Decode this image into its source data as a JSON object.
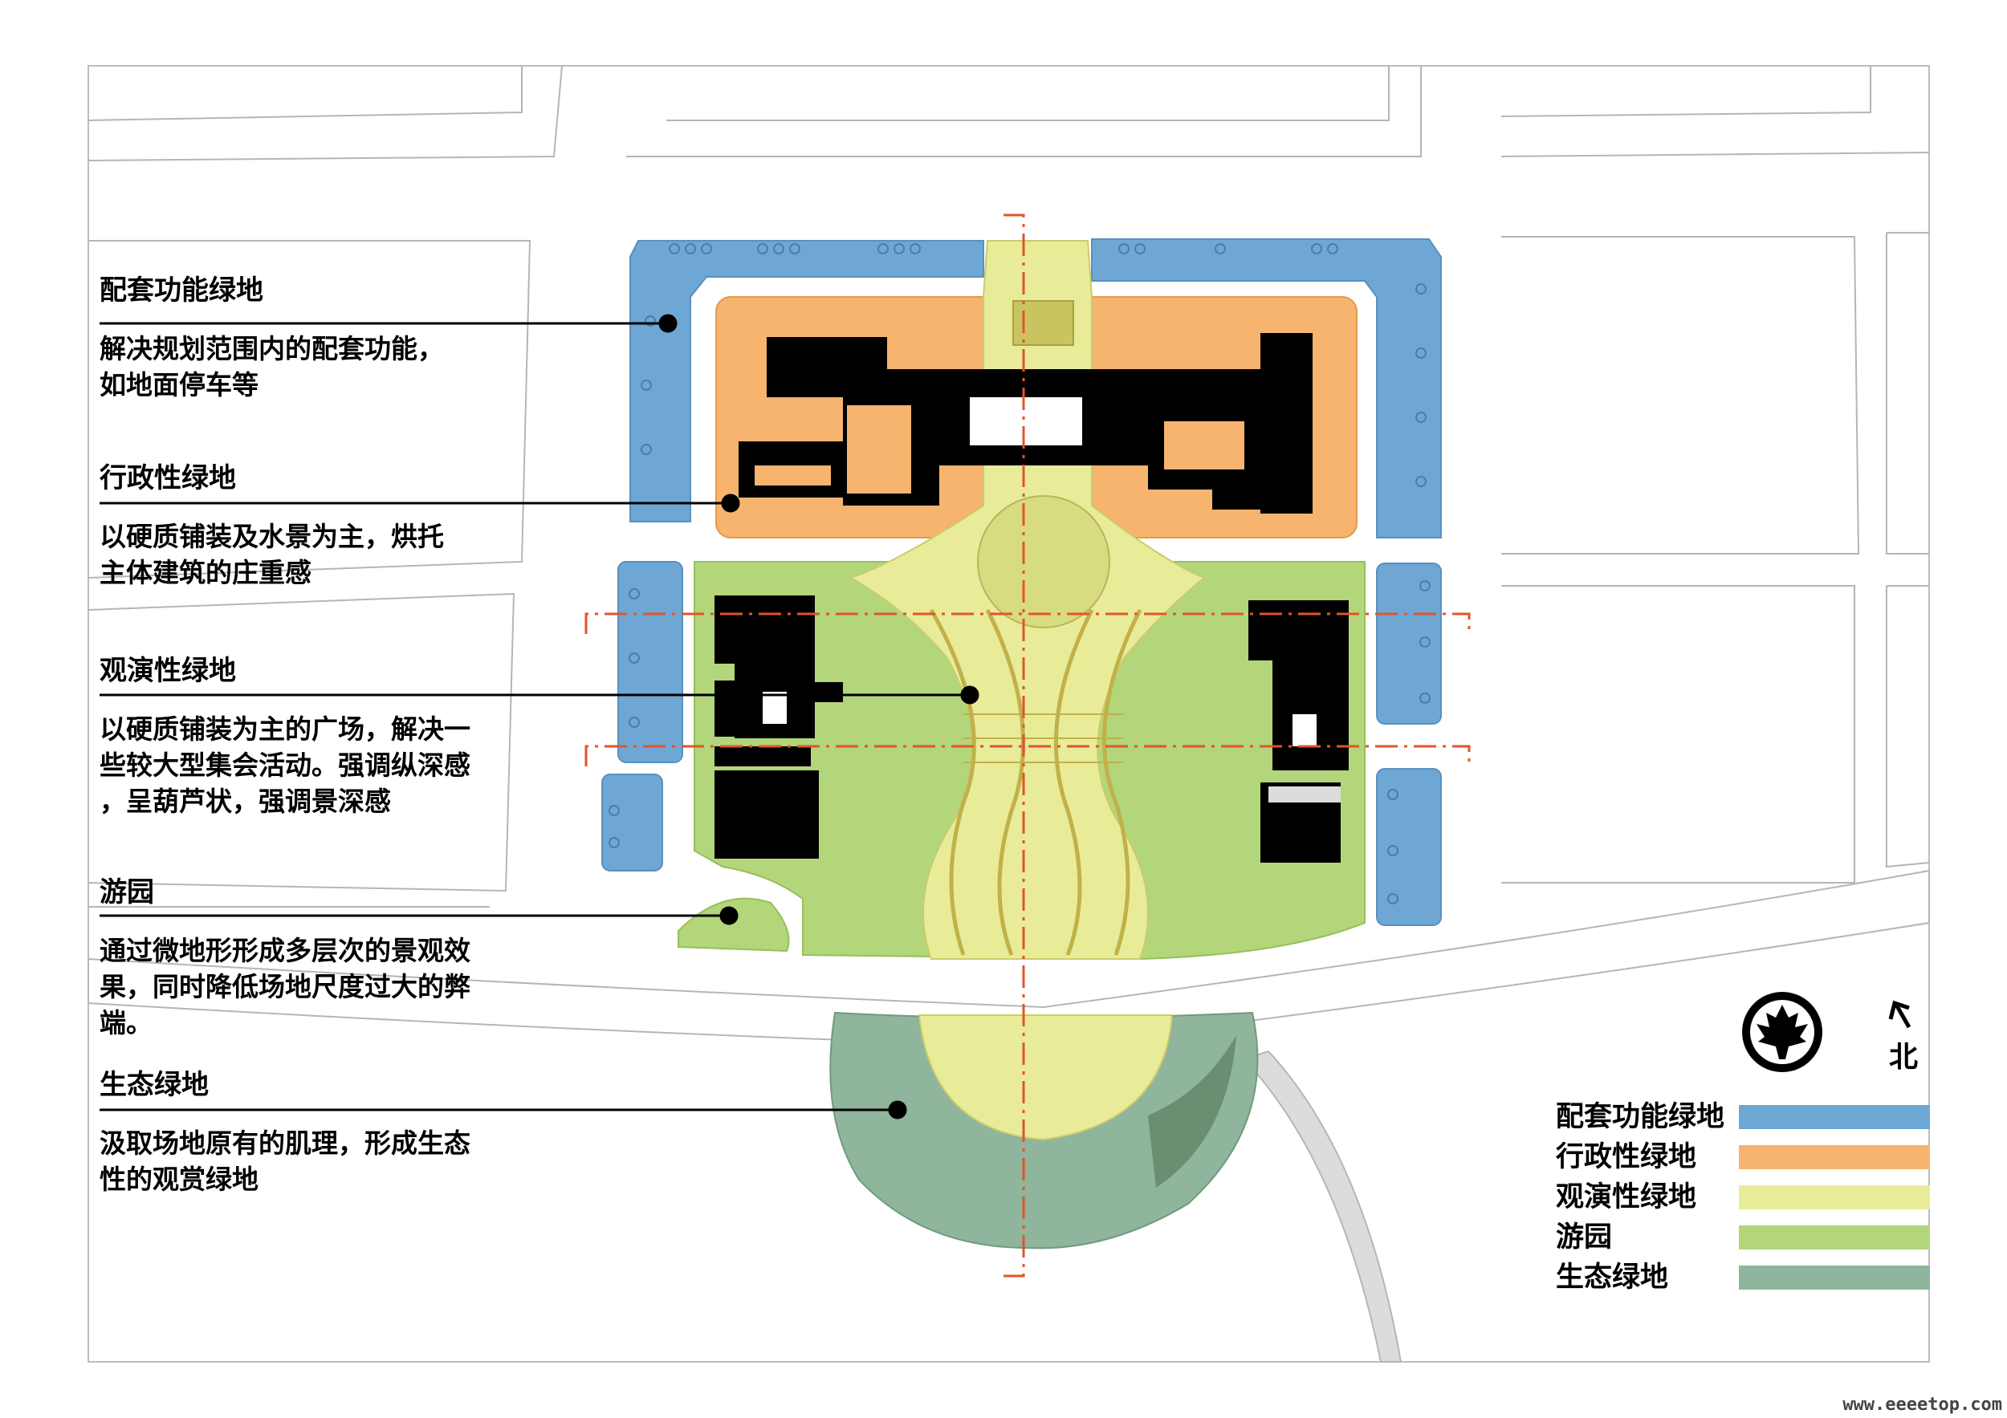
{
  "annotations": [
    {
      "id": "supporting",
      "title": "配套功能绿地",
      "desc": "解决规划范围内的配套功能，\n如地面停车等"
    },
    {
      "id": "administrative",
      "title": "行政性绿地",
      "desc": "以硬质铺装及水景为主，烘托\n主体建筑的庄重感"
    },
    {
      "id": "performance",
      "title": "观演性绿地",
      "desc": "以硬质铺装为主的广场，解决一\n些较大型集会活动。强调纵深感\n，呈葫芦状，强调景深感"
    },
    {
      "id": "garden",
      "title": "游园",
      "desc": "通过微地形形成多层次的景观效\n果，同时降低场地尺度过大的弊\n端。"
    },
    {
      "id": "ecological",
      "title": "生态绿地",
      "desc": "汲取场地原有的肌理，形成生态\n性的观赏绿地"
    }
  ],
  "legend": [
    {
      "label": "配套功能绿地",
      "color": "#6fa7d4"
    },
    {
      "label": "行政性绿地",
      "color": "#f6b46e"
    },
    {
      "label": "观演性绿地",
      "color": "#e8ec99"
    },
    {
      "label": "游园",
      "color": "#b3d67a"
    },
    {
      "label": "生态绿地",
      "color": "#8fb59c"
    }
  ],
  "compass": {
    "north_label": "北",
    "icon": "maple-leaf-icon"
  },
  "watermark": "www.eeeetop.com"
}
